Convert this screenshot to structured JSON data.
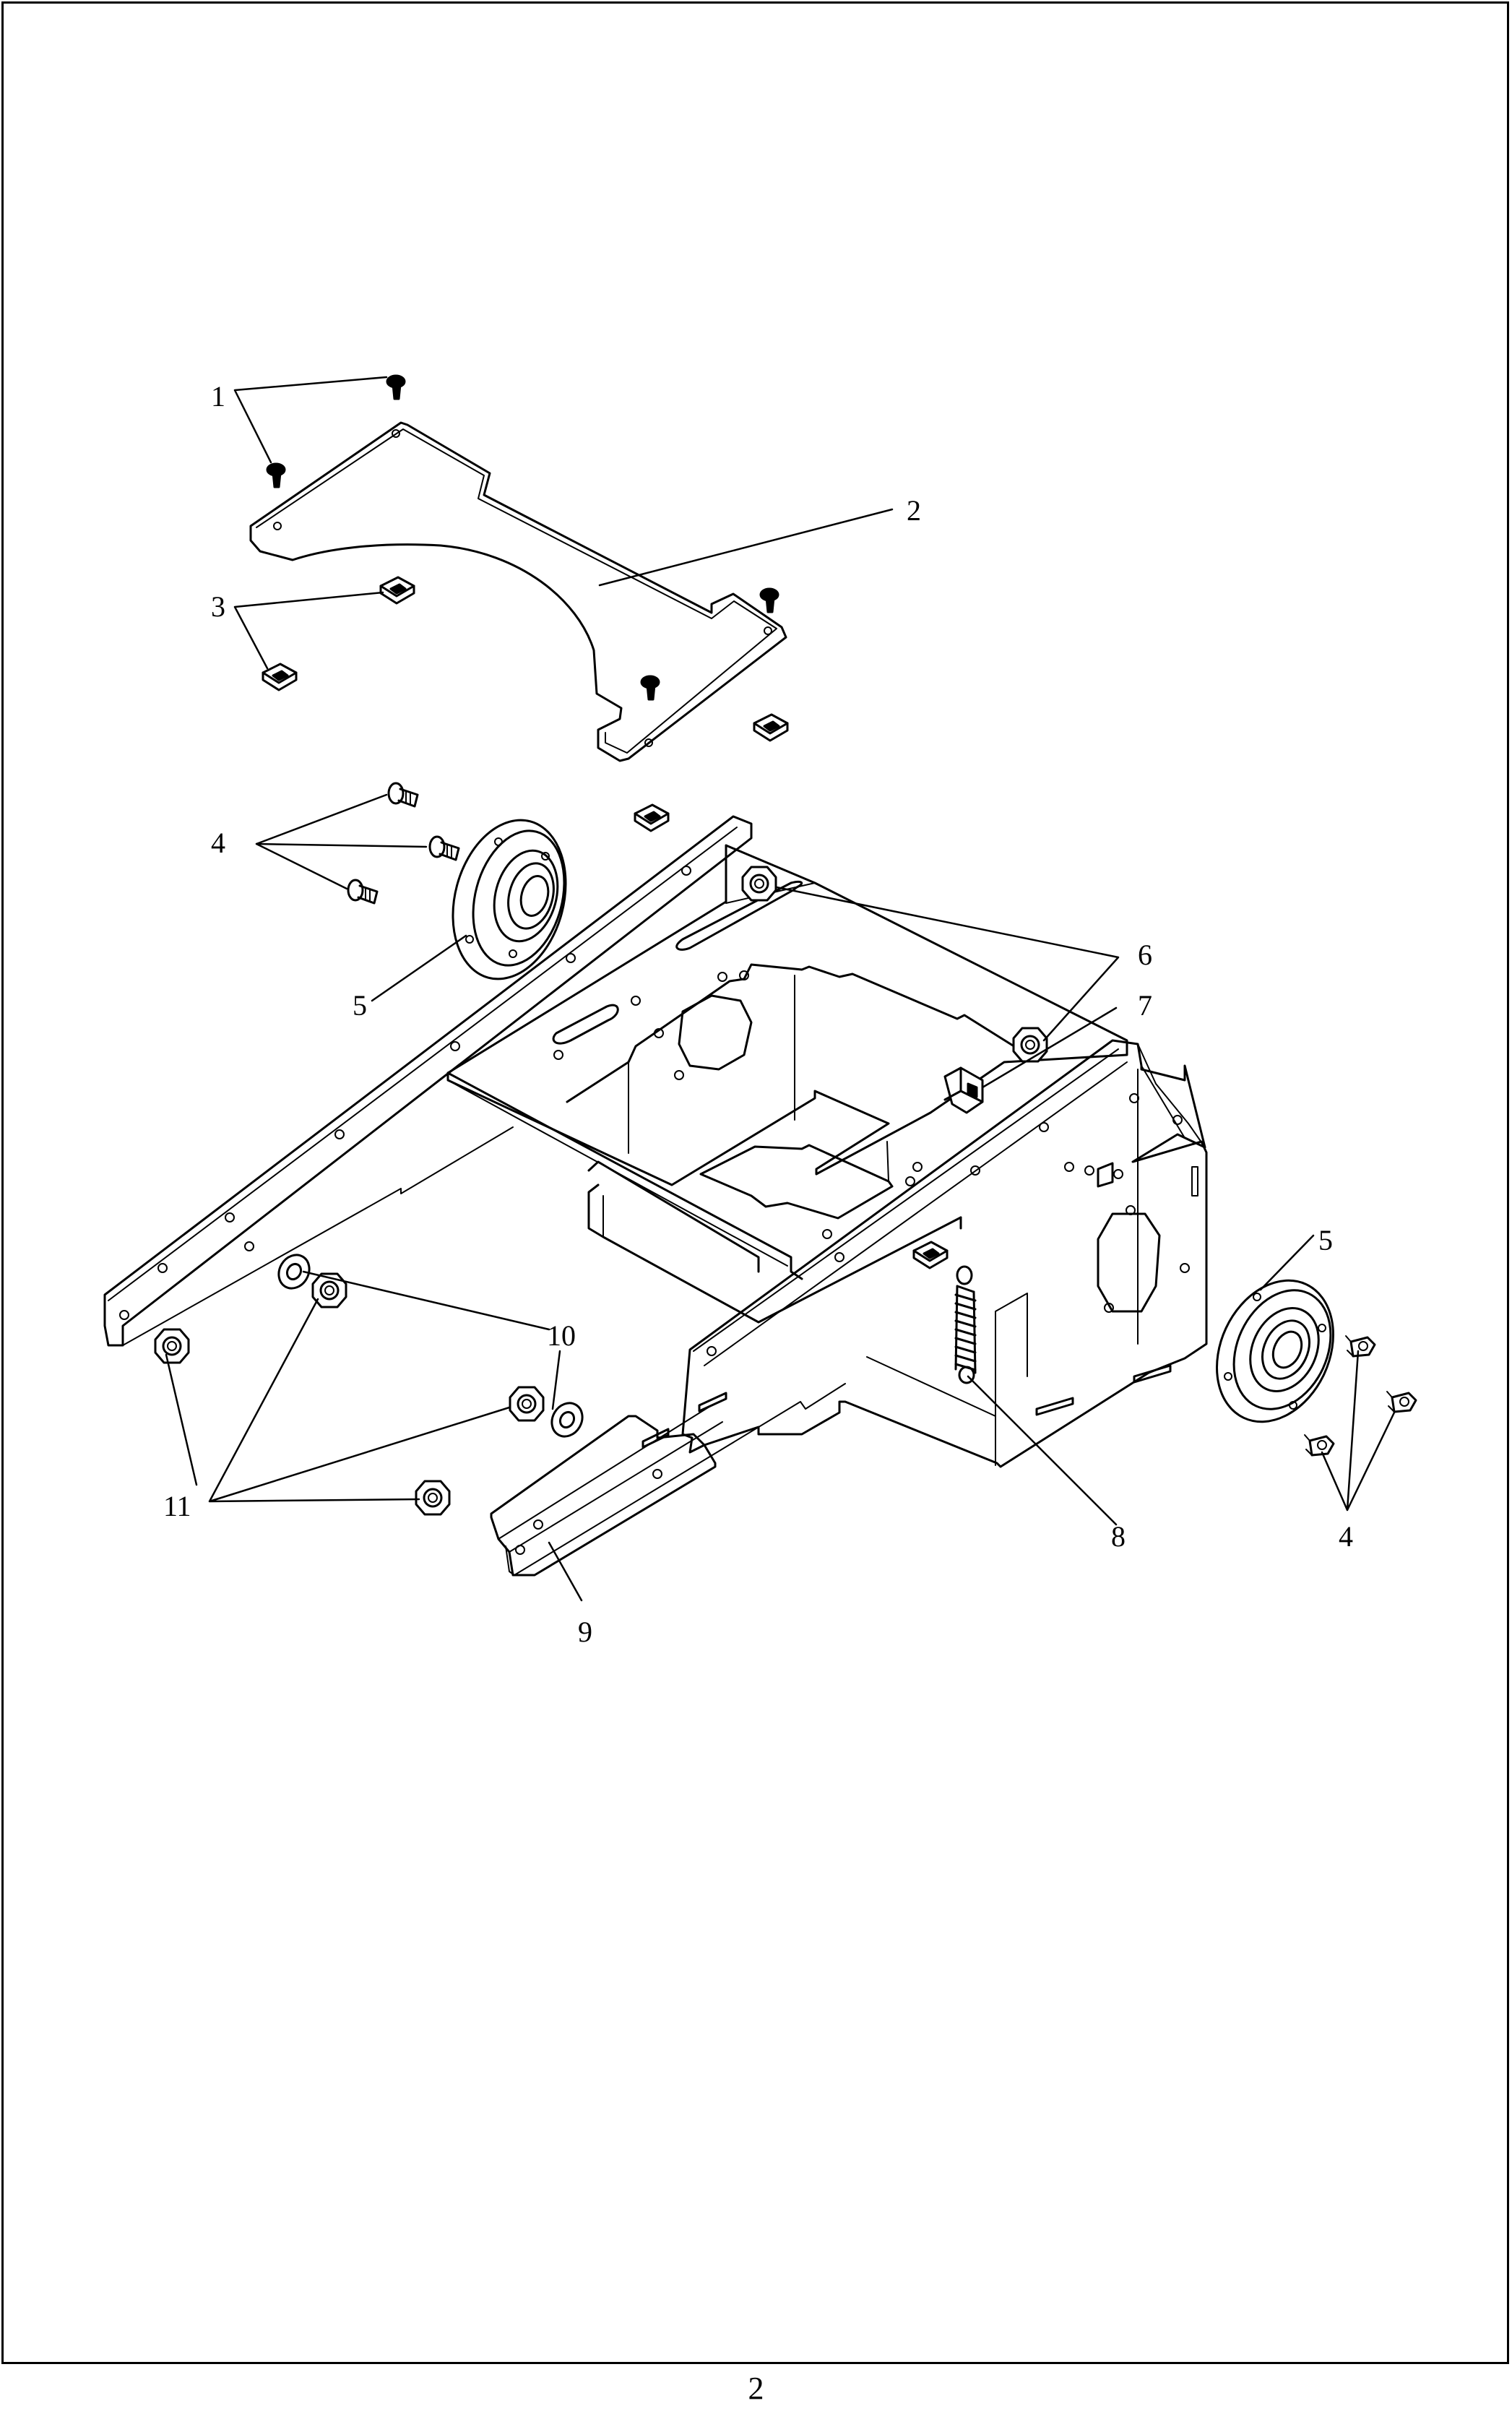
{
  "callouts": {
    "c1": "1",
    "c2": "2",
    "c3": "3",
    "c4a": "4",
    "c4b": "4",
    "c5a": "5",
    "c5b": "5",
    "c6": "6",
    "c7": "7",
    "c8": "8",
    "c9": "9",
    "c10": "10",
    "c11": "11"
  },
  "page": {
    "number": "2"
  }
}
